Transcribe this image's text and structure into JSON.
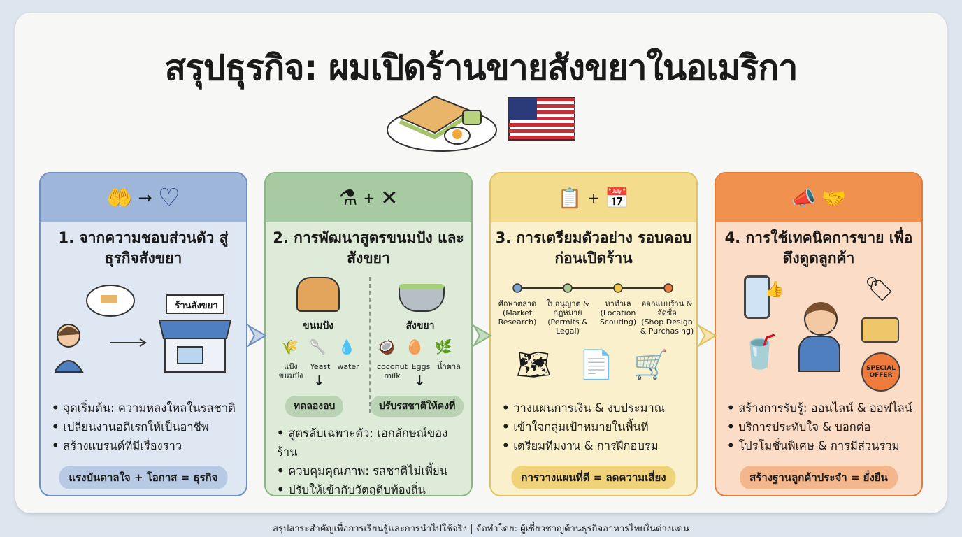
{
  "title": "สรุปธุรกิจ: ผมเปิดร้านขายสังขยาในอเมริกา",
  "footer": "สรุปสาระสำคัญเพื่อการเรียนรู้และการนำไปใช้จริง | จัดทำโดย: ผู้เชี่ยวชาญด้านธุรกิจอาหารไทยในต่างแดน",
  "colors": {
    "blue": "#9db6d9",
    "green": "#a8caa3",
    "yellow": "#f3dc8b",
    "orange": "#f0914e"
  },
  "cards": [
    {
      "title": "1. จากความชอบส่วนตัว สู่ธุรกิจสังขยา",
      "shop_sign": "ร้านสังขยา",
      "bullets": [
        "จุดเริ่มต้น: ความหลงใหลในรสชาติ",
        "เปลี่ยนงานอดิเรกให้เป็นอาชีพ",
        "สร้างแบรนด์ที่มีเรื่องราว"
      ],
      "summary": "แรงบันดาลใจ + โอกาส = ธุรกิจ",
      "icons": [
        "hand-heart-icon",
        "heart-icon"
      ]
    },
    {
      "title": "2. การพัฒนาสูตรขนมปัง และสังขยา",
      "bread": {
        "label": "ขนมปัง",
        "ingredients": [
          "แป้งขนมปัง",
          "Yeast",
          "water"
        ],
        "result": "ทดลองอบ"
      },
      "custard": {
        "label": "สังขยา",
        "ingredients": [
          "coconut milk",
          "Eggs",
          "น้ำตาล"
        ],
        "result": "ปรับรสชาติให้คงที่"
      },
      "bullets": [
        "สูตรลับเฉพาะตัว: เอกลักษณ์ของร้าน",
        "ควบคุมคุณภาพ: รสชาติไม่เพี้ยน",
        "ปรับให้เข้ากับวัตถุดิบท้องถิ่น"
      ],
      "icons": [
        "flask-icon",
        "whisk-knife-icon"
      ]
    },
    {
      "title": "3. การเตรียมตัวอย่าง รอบคอบก่อนเปิดร้าน",
      "steps": [
        {
          "th": "ศึกษาตลาด",
          "en": "(Market Research)"
        },
        {
          "th": "ใบอนุญาต & กฎหมาย",
          "en": "(Permits & Legal)"
        },
        {
          "th": "หาทำเล",
          "en": "(Location Scouting)"
        },
        {
          "th": "ออกแบบร้าน & จัดซื้อ",
          "en": "(Shop Design & Purchasing)"
        }
      ],
      "bullets": [
        "วางแผนการเงิน & งบประมาณ",
        "เข้าใจกลุ่มเป้าหมายในพื้นที่",
        "เตรียมทีมงาน & การฝึกอบรม"
      ],
      "summary": "การวางแผนที่ดี = ลดความเสี่ยง",
      "icons": [
        "checklist-icon",
        "calendar-icon"
      ]
    },
    {
      "title": "4. การใช้เทคนิคการขาย เพื่อดึงดูดลูกค้า",
      "offer": "SPECIAL OFFER",
      "bullets": [
        "สร้างการรับรู้: ออนไลน์ & ออฟไลน์",
        "บริการประทับใจ & บอกต่อ",
        "โปรโมชั่นพิเศษ & การมีส่วนร่วม"
      ],
      "summary": "สร้างฐานลูกค้าประจำ = ยั่งยืน",
      "icons": [
        "megaphone-icon",
        "handshake-icon"
      ]
    }
  ]
}
